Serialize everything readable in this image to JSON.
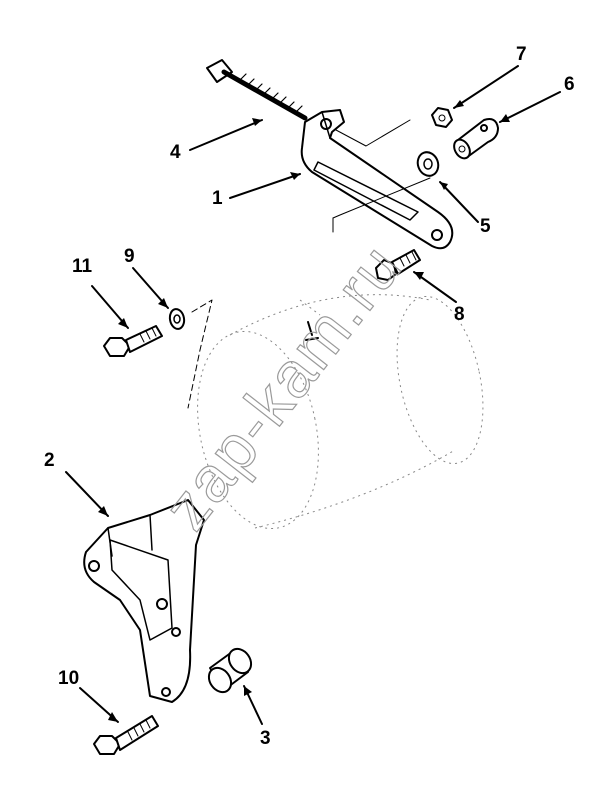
{
  "figure": {
    "watermark": "zap-kam.ru",
    "callouts": [
      {
        "id": "1",
        "label": "1"
      },
      {
        "id": "2",
        "label": "2"
      },
      {
        "id": "3",
        "label": "3"
      },
      {
        "id": "4",
        "label": "4"
      },
      {
        "id": "5",
        "label": "5"
      },
      {
        "id": "6",
        "label": "6"
      },
      {
        "id": "7",
        "label": "7"
      },
      {
        "id": "8",
        "label": "8"
      },
      {
        "id": "9",
        "label": "9"
      },
      {
        "id": "10",
        "label": "10"
      },
      {
        "id": "11",
        "label": "11"
      }
    ]
  }
}
